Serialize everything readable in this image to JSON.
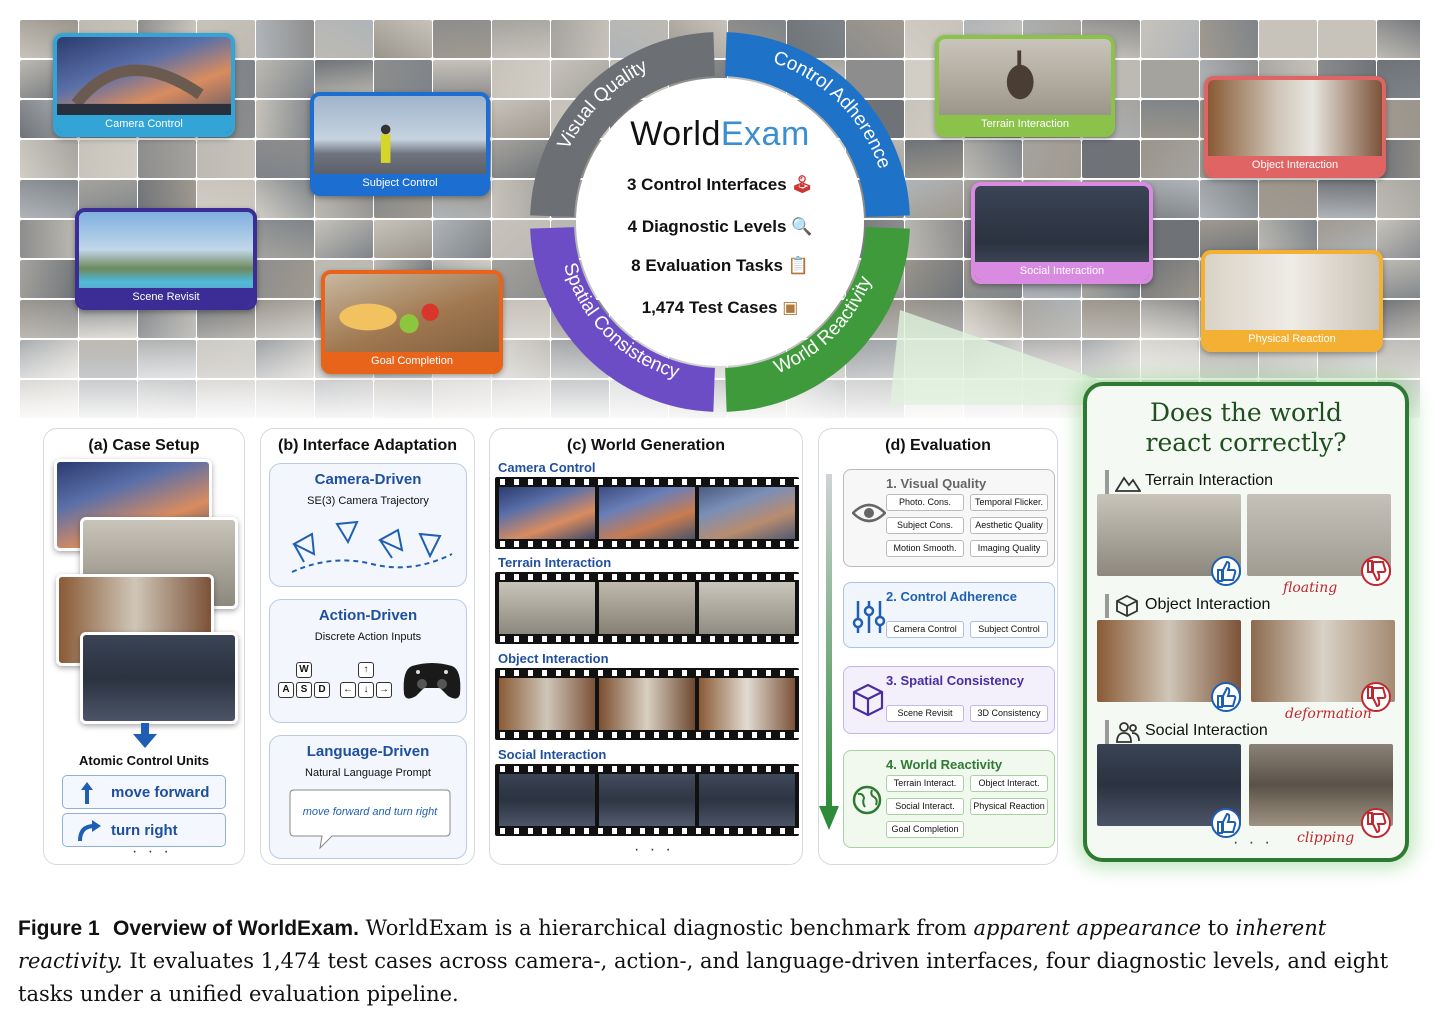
{
  "mosaic": {
    "thumbnails": [
      {
        "label": "Camera Control",
        "color": "#32a5d6"
      },
      {
        "label": "Subject Control",
        "color": "#1c6fd1"
      },
      {
        "label": "Scene Revisit",
        "color": "#3b2c96"
      },
      {
        "label": "Goal Completion",
        "color": "#e8641a"
      },
      {
        "label": "Terrain Interaction",
        "color": "#8bc34a"
      },
      {
        "label": "Object Interaction",
        "color": "#e06464"
      },
      {
        "label": "Social Interaction",
        "color": "#d88be0"
      },
      {
        "label": "Physical Reaction",
        "color": "#f4b033"
      }
    ]
  },
  "ring": {
    "title_left": "World",
    "title_right": "Exam",
    "segments": [
      {
        "label": "Visual Quality",
        "color": "#6c6f74"
      },
      {
        "label": "Control Adherence",
        "color": "#1e72c8"
      },
      {
        "label": "World Reactivity",
        "color": "#3f9a3c"
      },
      {
        "label": "Spatial Consistency",
        "color": "#6d4dc6"
      }
    ],
    "stats": [
      "3 Control Interfaces",
      "4 Diagnostic Levels",
      "8 Evaluation Tasks",
      "1,474 Test Cases"
    ],
    "stat_icons": [
      "joystick-icon",
      "magnifier-icon",
      "clipboard-icon",
      "box-icon"
    ]
  },
  "case_setup": {
    "title": "(a) Case Setup",
    "units_title": "Atomic Control Units",
    "units": [
      "move forward",
      "turn right"
    ],
    "ellipsis": "· · ·"
  },
  "interface_adaptation": {
    "title": "(b) Interface Adaptation",
    "cards": [
      {
        "title": "Camera-Driven",
        "subtitle": "SE(3) Camera Trajectory"
      },
      {
        "title": "Action-Driven",
        "subtitle": "Discrete Action Inputs",
        "keys": [
          "W",
          "A",
          "S",
          "D"
        ]
      },
      {
        "title": "Language-Driven",
        "subtitle": "Natural Language Prompt",
        "prompt": "move forward and turn right"
      }
    ]
  },
  "world_generation": {
    "title": "(c) World Generation",
    "strips": [
      "Camera Control",
      "Terrain Interaction",
      "Object Interaction",
      "Social Interaction"
    ],
    "ellipsis": "· · ·"
  },
  "evaluation": {
    "title": "(d) Evaluation",
    "levels": [
      {
        "title": "1. Visual Quality",
        "color": "#666666",
        "chips": [
          "Photo. Cons.",
          "Temporal Flicker.",
          "Subject Cons.",
          "Aesthetic Quality",
          "Motion Smooth.",
          "Imaging Quality"
        ]
      },
      {
        "title": "2. Control Adherence",
        "color": "#1e5fb3",
        "chips": [
          "Camera Control",
          "Subject Control"
        ]
      },
      {
        "title": "3. Spatial Consistency",
        "color": "#4a2ea0",
        "chips": [
          "Scene Revisit",
          "3D Consistency"
        ]
      },
      {
        "title": "4. World Reactivity",
        "color": "#2f7a33",
        "chips": [
          "Terrain Interact.",
          "Object Interact.",
          "Social Interact.",
          "Physical Reaction",
          "Goal Completion"
        ]
      }
    ]
  },
  "reactivity": {
    "question_line1": "Does the world",
    "question_line2": "react correctly?",
    "sections": [
      {
        "title": "Terrain Interaction",
        "failure": "floating"
      },
      {
        "title": "Object Interaction",
        "failure": "deformation"
      },
      {
        "title": "Social Interaction",
        "failure": "clipping"
      }
    ],
    "ellipsis": "· · ·"
  },
  "caption": {
    "label": "Figure 1",
    "bold_title": "Overview of WorldExam.",
    "text_1": " WorldExam is a hierarchical diagnostic benchmark from ",
    "italic_1": "apparent appearance",
    "text_2": " to ",
    "italic_2": "inherent reactivity.",
    "text_3": " It evaluates 1,474 test cases across camera-, action-, and language-driven interfaces, four diagnostic levels, and eight tasks under a unified evaluation pipeline."
  }
}
